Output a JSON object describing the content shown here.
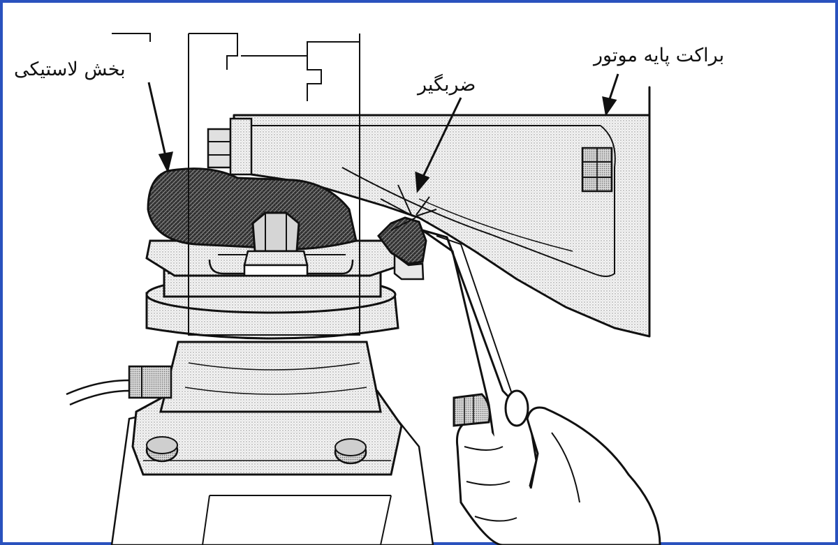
{
  "figure": {
    "border_color": "#2a52be",
    "callouts": {
      "rubber_part": "بخش لاستیکی",
      "engine_mount_bracket": "براکت پایه موتور",
      "damper": "ضربگیر"
    }
  }
}
